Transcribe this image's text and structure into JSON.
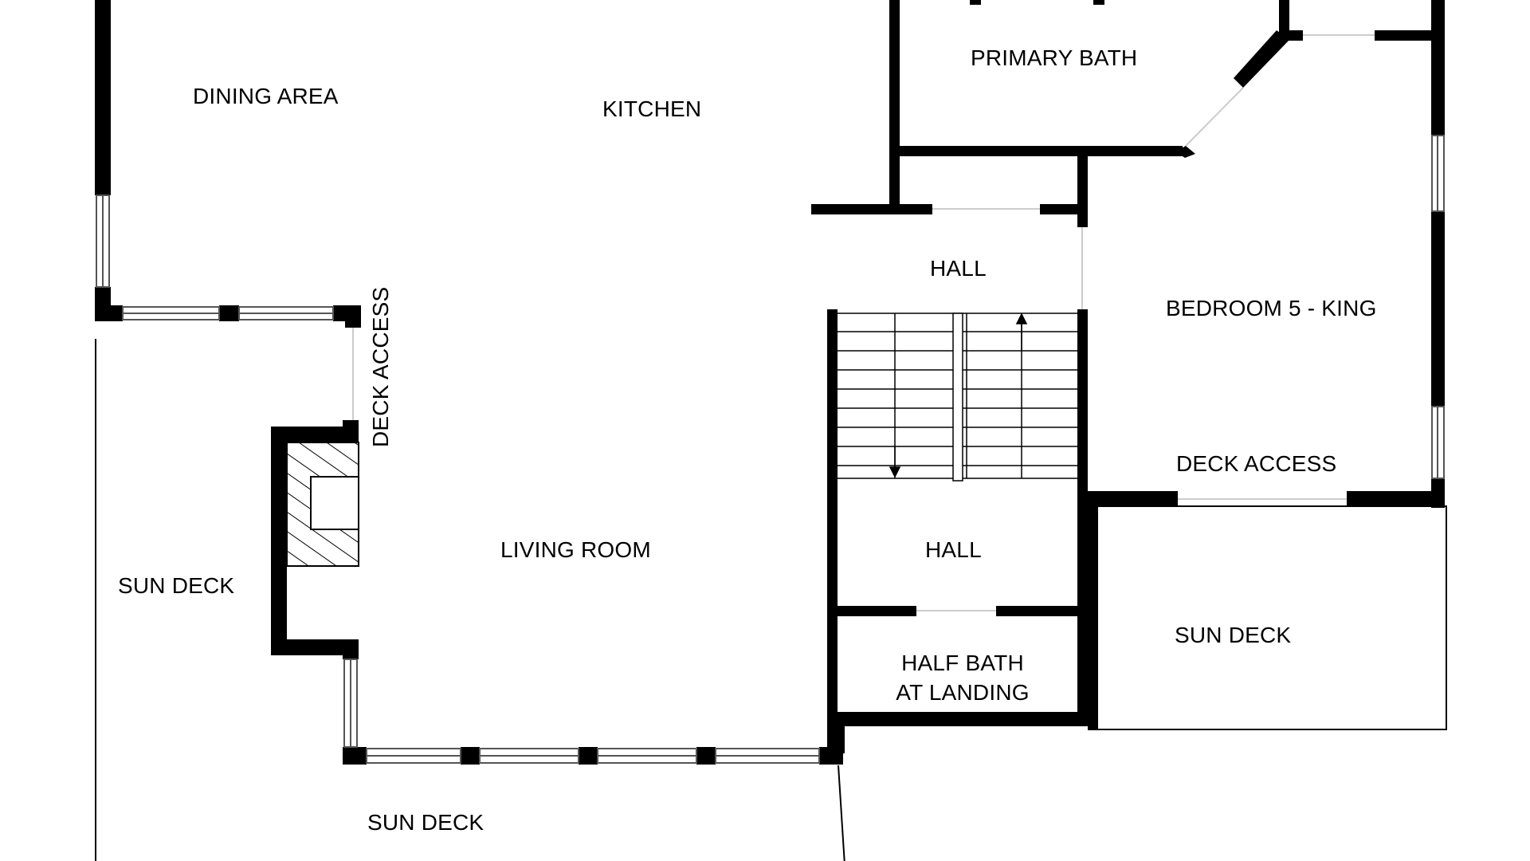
{
  "rooms": {
    "dining_area": "DINING AREA",
    "kitchen": "KITCHEN",
    "primary_bath": "PRIMARY BATH",
    "hall_upper": "HALL",
    "bedroom_5": "BEDROOM 5 - KING",
    "deck_access_left": "DECK ACCESS",
    "deck_access_right": "DECK ACCESS",
    "living_room": "LIVING ROOM",
    "hall_lower": "HALL",
    "sun_deck_left": "SUN DECK",
    "sun_deck_right": "SUN DECK",
    "sun_deck_bottom": "SUN DECK",
    "half_bath_line1": "HALF BATH",
    "half_bath_line2": "AT LANDING"
  },
  "colors": {
    "wall": "#000000",
    "background": "#ffffff",
    "window": "#666666"
  }
}
